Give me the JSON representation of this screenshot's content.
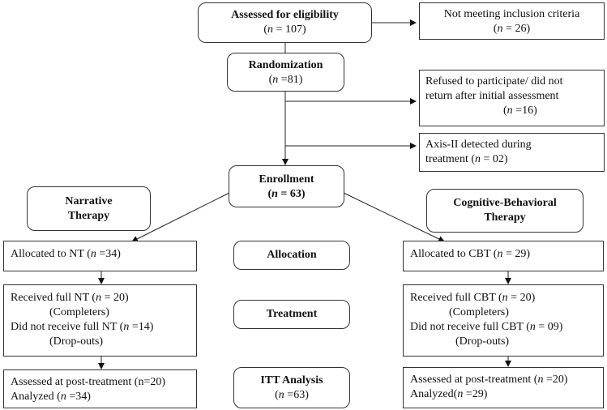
{
  "assessed": {
    "title": "Assessed for eligibility",
    "n_label": "n",
    "n_value": "= 107)"
  },
  "not_meeting": {
    "title": "Not meeting inclusion criteria",
    "n_label": "n",
    "n_value": "= 26)"
  },
  "randomization": {
    "title": "Randomization",
    "n_label": "n",
    "n_value": "=81)"
  },
  "refused": {
    "line1": "Refused to participate/ did not",
    "line2": "return after initial assessment",
    "n_label": "n",
    "n_value": "=16)"
  },
  "axis2": {
    "line1": "Axis-II detected during",
    "line2_prefix": "treatment (",
    "n_label": "n",
    "n_value": "= 02)"
  },
  "enrollment": {
    "title": "Enrollment",
    "n_label": "n",
    "n_value": "= 63)"
  },
  "nt_header": {
    "line1": "Narrative",
    "line2": "Therapy"
  },
  "cbt_header": {
    "line1": "Cognitive-Behavioral",
    "line2": "Therapy"
  },
  "alloc_nt": {
    "prefix": "Allocated to NT (",
    "n_label": "n",
    "n_value": "=34)"
  },
  "alloc_cbt": {
    "prefix": "Allocated to CBT (",
    "n_label": "n",
    "n_value": "= 29)"
  },
  "stage_allocation": "Allocation",
  "stage_treatment": "Treatment",
  "stage_itt": {
    "title": "ITT Analysis",
    "n_label": "n",
    "n_value": "=63)"
  },
  "treat_nt": {
    "received_prefix": "Received full NT (",
    "received_n_label": "n",
    "received_n_value": "= 20)",
    "completers": "(Completers)",
    "not_received_prefix": "Did not receive full NT (",
    "not_received_n_label": "n",
    "not_received_n_value": "=14)",
    "dropouts": "(Drop-outs)"
  },
  "treat_cbt": {
    "received_prefix": "Received full CBT (",
    "received_n_label": "n",
    "received_n_value": "= 20)",
    "completers": "(Completers)",
    "not_received_prefix": "Did not receive full CBT (",
    "not_received_n_label": "n",
    "not_received_n_value": "= 09)",
    "dropouts": "(Drop-outs)"
  },
  "analysis_nt": {
    "line1": "Assessed at post-treatment (n=20)",
    "analyzed_prefix": "Analyzed (",
    "n_label": "n",
    "n_value": "=34)"
  },
  "analysis_cbt": {
    "line1": "Assessed at post-treatment (",
    "line1_n_label": "n",
    "line1_n_value": "=20)",
    "analyzed_prefix": "Analyzed(",
    "n_label": "n",
    "n_value": "=29)"
  }
}
